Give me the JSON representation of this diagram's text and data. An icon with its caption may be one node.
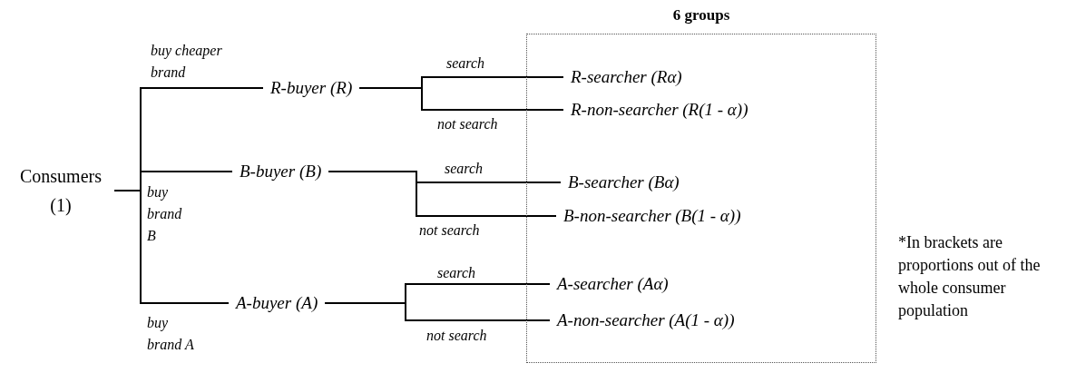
{
  "diagram": {
    "nodes": [
      {
        "text": [
          "Consumers (1)"
        ]
      },
      {
        "text": [
          "R-buyer (R)"
        ]
      },
      {
        "text": [
          "B-buyer (B)"
        ]
      },
      {
        "text": [
          "A-buyer (A)"
        ]
      },
      {
        "text": [
          "6 groups"
        ]
      },
      {
        "text": [
          "R-searcher (Rα)"
        ],
        "in": 4
      },
      {
        "text": [
          "R-non-searcher (R(1 - α))"
        ],
        "in": 4
      },
      {
        "text": [
          "B-searcher (Bα)"
        ],
        "in": 4
      },
      {
        "text": [
          "B-non-searcher (B(1 - α))"
        ],
        "in": 4
      },
      {
        "text": [
          "A-searcher (Aα)"
        ],
        "in": 4
      },
      {
        "text": [
          "A-non-searcher (A(1 - α))"
        ],
        "in": 4
      }
    ],
    "edges": [
      {
        "from": 0,
        "to": 1,
        "arrow": "none",
        "label": "buy cheaper brand"
      },
      {
        "from": 0,
        "to": 2,
        "arrow": "none",
        "label": "buy brand B"
      },
      {
        "from": 0,
        "to": 3,
        "arrow": "none",
        "label": "buy brand A"
      },
      {
        "from": 1,
        "to": 5,
        "arrow": "none",
        "label": "search"
      },
      {
        "from": 1,
        "to": 6,
        "arrow": "none",
        "label": "not search"
      },
      {
        "from": 2,
        "to": 7,
        "arrow": "none",
        "label": "search"
      },
      {
        "from": 2,
        "to": 8,
        "arrow": "none",
        "label": "not search"
      },
      {
        "from": 3,
        "to": 9,
        "arrow": "none",
        "label": "search"
      },
      {
        "from": 3,
        "to": 10,
        "arrow": "none",
        "label": "not search"
      }
    ],
    "labels": [
      "*In brackets are proportions out of the whole consumer population"
    ]
  }
}
